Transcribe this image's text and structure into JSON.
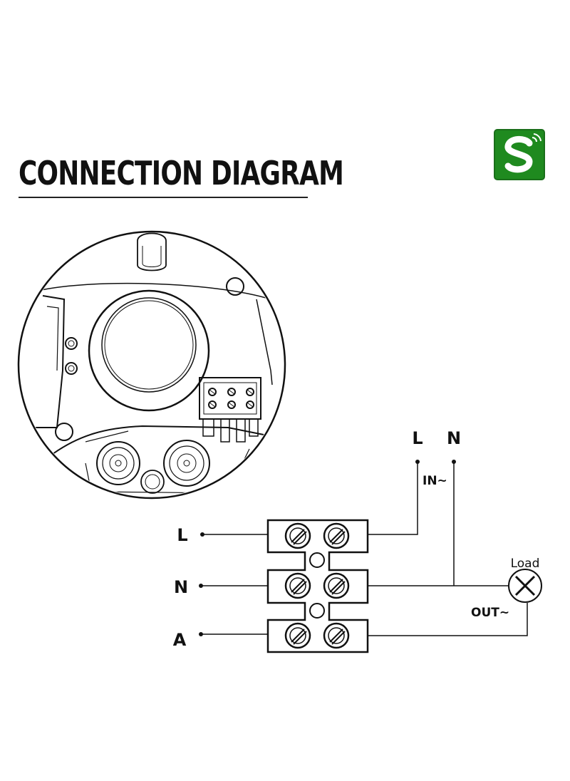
{
  "title": "CONNECTION DIAGRAM",
  "colors": {
    "logo_green": "#1f8a1f",
    "ink": "#111111"
  },
  "logo": {
    "icon": "s-wireless-brand-icon"
  },
  "supply": {
    "live": "L",
    "neutral": "N",
    "label": "IN~"
  },
  "terminals": {
    "live": "L",
    "neutral": "N",
    "output": "A"
  },
  "load": {
    "label": "Load",
    "output_label": "OUT~"
  }
}
